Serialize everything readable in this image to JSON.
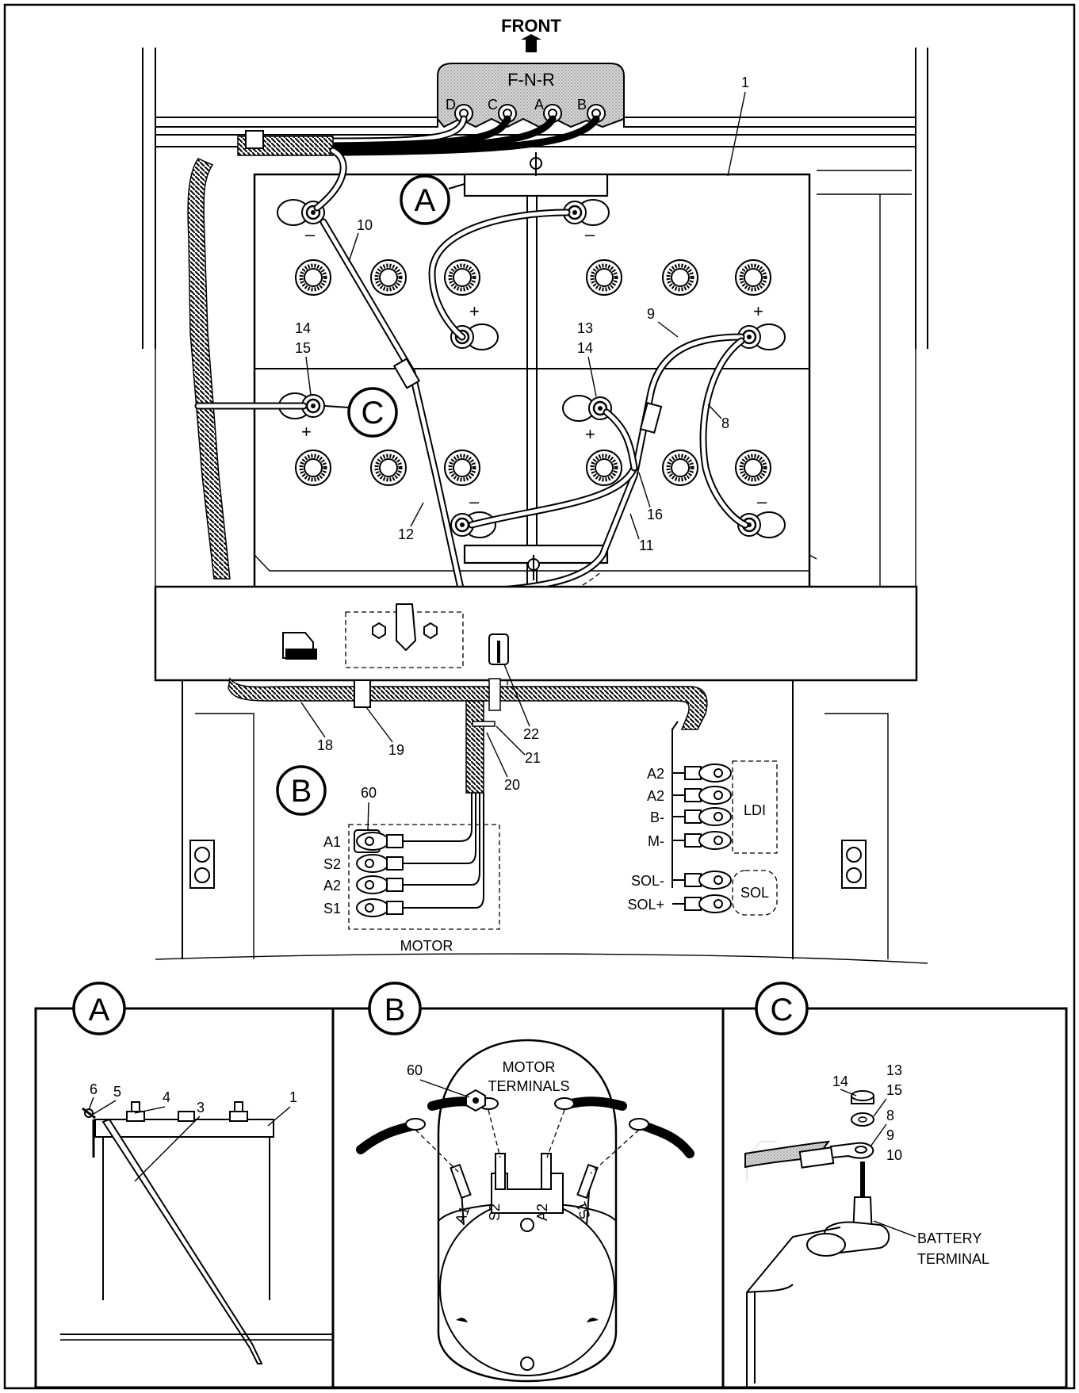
{
  "main": {
    "front_label": "FRONT",
    "fnr_label": "F-N-R",
    "fnr_terminals": [
      "D",
      "C",
      "A",
      "B"
    ],
    "callout_a": "A",
    "callout_b": "B",
    "callout_c": "C",
    "battery_signs": {
      "minus": "–",
      "plus": "+"
    },
    "part_numbers": {
      "n1": "1",
      "n8": "8",
      "n9": "9",
      "n10": "10",
      "n11": "11",
      "n12": "12",
      "n13": "13",
      "n14a": "14",
      "n14b": "14",
      "n15": "15",
      "n16": "16",
      "n18": "18",
      "n19": "19",
      "n20": "20",
      "n21": "21",
      "n22": "22",
      "n60": "60"
    },
    "motor_terminals": [
      "A1",
      "S2",
      "A2",
      "S1"
    ],
    "motor_label": "MOTOR",
    "ldi_terminals": [
      "A2",
      "A2",
      "B-",
      "M-"
    ],
    "ldi_label": "LDI",
    "sol_terminals": [
      "SOL-",
      "SOL+"
    ],
    "sol_label": "SOL"
  },
  "detail_a": {
    "callout": "A",
    "numbers": [
      "6",
      "5",
      "4",
      "3",
      "1"
    ]
  },
  "detail_b": {
    "callout": "B",
    "title_line1": "MOTOR",
    "title_line2": "TERMINALS",
    "number": "60",
    "terminal_marks": [
      "A1",
      "S2",
      "A2",
      "S1"
    ]
  },
  "detail_c": {
    "callout": "C",
    "numbers": [
      "13",
      "14",
      "15",
      "8",
      "9",
      "10"
    ],
    "label_line1": "BATTERY",
    "label_line2": "TERMINAL"
  },
  "colors": {
    "ink": "#000000",
    "paper": "#ffffff",
    "shade": "#bdbdbd"
  }
}
